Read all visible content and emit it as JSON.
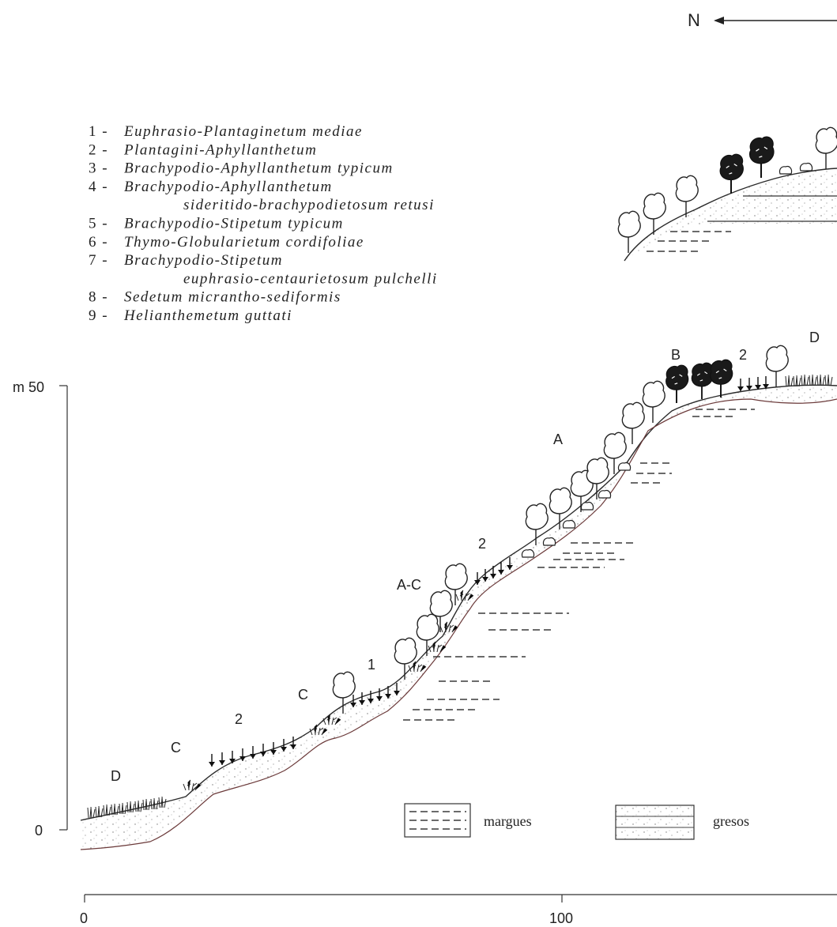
{
  "orientation": {
    "north_label": "N"
  },
  "associations": [
    {
      "number": "1 -",
      "name": "Euphrasio-Plantaginetum mediae"
    },
    {
      "number": "2 -",
      "name": "Plantagini-Aphyllanthetum"
    },
    {
      "number": "3 -",
      "name": "Brachypodio-Aphyllanthetum typicum"
    },
    {
      "number": "4 -",
      "name": "Brachypodio-Aphyllanthetum",
      "continuation": "sideritido-brachypodietosum retusi"
    },
    {
      "number": "5 -",
      "name": "Brachypodio-Stipetum typicum"
    },
    {
      "number": "6 -",
      "name": "Thymo-Globularietum cordifoliae"
    },
    {
      "number": "7 -",
      "name": "Brachypodio-Stipetum",
      "continuation": "euphrasio-centaurietosum pulchelli"
    },
    {
      "number": "8 -",
      "name": "Sedetum micrantho-sediformis"
    },
    {
      "number": "9 -",
      "name": "Helianthemetum guttati"
    }
  ],
  "vertical_scale": {
    "top_label": "m 50",
    "bottom_label": "0"
  },
  "horizontal_scale": {
    "start_label": "0",
    "mid_label": "100"
  },
  "profile_labels": {
    "d_left": "D",
    "c_left": "C",
    "two_left": "2",
    "c_mid": "C",
    "one": "1",
    "a_c": "A-C",
    "two_mid": "2",
    "a": "A",
    "b": "B",
    "two_right": "2",
    "d_right": "D"
  },
  "substrate_legend": {
    "margues": "margues",
    "gresos": "gresos"
  }
}
